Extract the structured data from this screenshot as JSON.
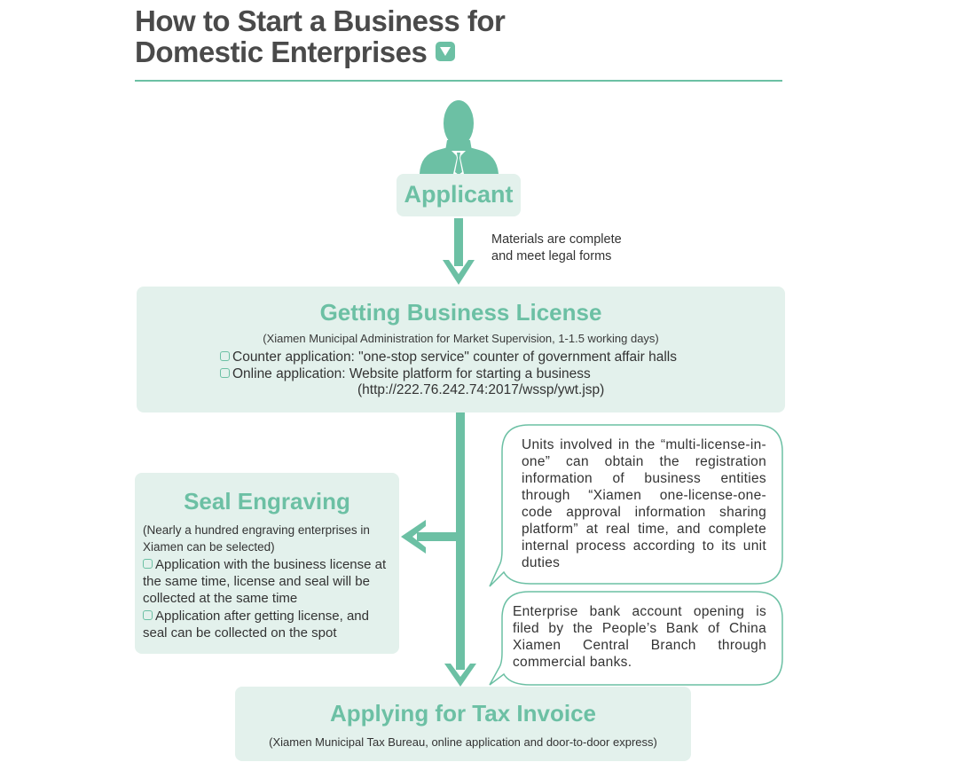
{
  "title": {
    "line1": "How to Start a Business for",
    "line2": "Domestic Enterprises"
  },
  "colors": {
    "accent": "#6cc0a4",
    "box_fill": "#e3f1ec"
  },
  "icons": {
    "person": "person-silhouette-icon",
    "dropdown": "chevron-down-icon"
  },
  "applicant": {
    "label": "Applicant"
  },
  "materials_note": {
    "line1": "Materials are complete",
    "line2": "and meet legal forms"
  },
  "license": {
    "heading": "Getting Business License",
    "subtitle": "(Xiamen Municipal Administration for Market Supervision, 1-1.5 working days)",
    "items": [
      "Counter application: \"one-stop service\" counter of government affair halls",
      "Online application: Website platform for starting a business"
    ],
    "url": "(http://222.76.242.74:2017/wssp/ywt.jsp)"
  },
  "seal": {
    "heading": "Seal Engraving",
    "note": "(Nearly a hundred engraving enterprises in Xiamen can be selected)",
    "items": [
      "Application with the business license at the same time, license and seal will be collected at the same time",
      "Application after getting license, and seal can be collected on the spot"
    ]
  },
  "bubbles": [
    "Units involved in the “multi-license-in-one” can obtain the registration information of business entities through “Xiamen one-license-one-code approval information sharing platform” at real time, and complete internal process according to its unit duties",
    "Enterprise bank account opening is filed by the People’s Bank of China Xiamen Central Branch through commercial banks."
  ],
  "tax": {
    "heading": "Applying for Tax Invoice",
    "subtitle": "(Xiamen Municipal Tax Bureau, online application and door-to-door express)"
  }
}
